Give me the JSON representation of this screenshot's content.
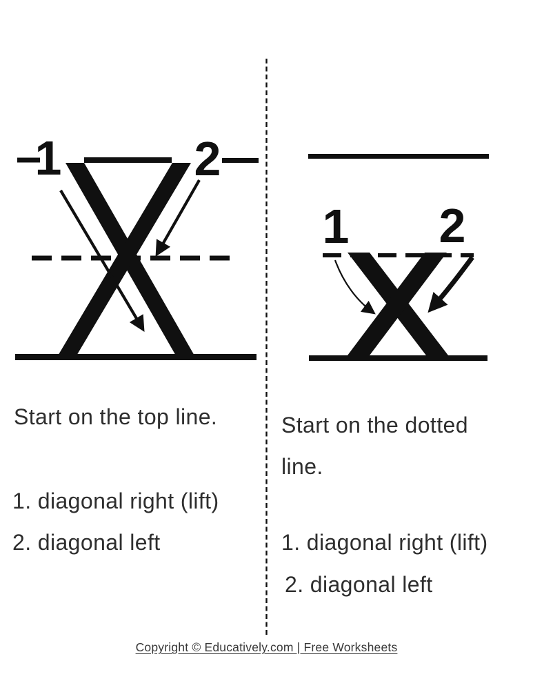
{
  "colors": {
    "ink": "#101010",
    "text": "#2e2e2e",
    "footer_text": "#383838",
    "bg": "#ffffff"
  },
  "left_panel": {
    "letter": "X",
    "letter_case": "uppercase",
    "stroke_numbers": {
      "one": "1",
      "two": "2"
    },
    "instruction": "Start on the top line.",
    "steps": [
      "1. diagonal right (lift)",
      "2. diagonal left"
    ]
  },
  "right_panel": {
    "letter": "x",
    "letter_case": "lowercase",
    "stroke_numbers": {
      "one": "1",
      "two": "2"
    },
    "instruction": "Start on the dotted line.",
    "steps": [
      "1. diagonal right (lift)",
      "2. diagonal left"
    ]
  },
  "footer": {
    "link_text": "Copyright © Educatively.com | Free Worksheets"
  }
}
